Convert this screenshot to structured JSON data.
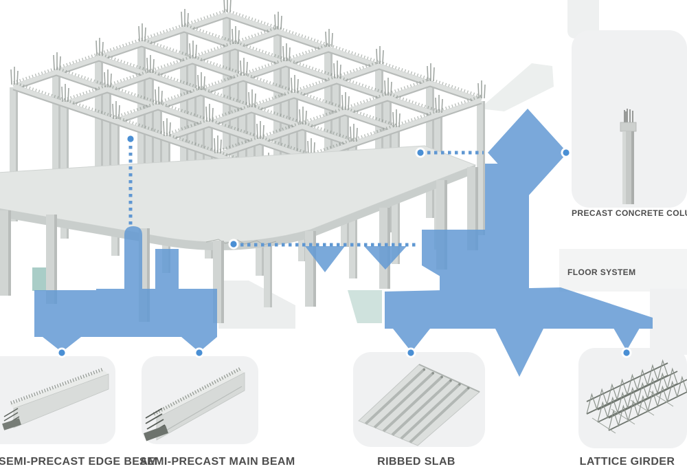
{
  "page": {
    "background": "#ffffff"
  },
  "colors": {
    "accent_blue": "#639ad4",
    "dot_blue": "#4a8fd4",
    "dash_blue": "#5f97d2",
    "concrete_light": "#e3e6e4",
    "concrete_mid": "#d5d9d7",
    "card_background": "#f0f1f2",
    "label_text": "#4d4d4d"
  },
  "annotations": {
    "column_label": "PRECAST CONCRETE COLUMN",
    "floor_label": "FLOOR SYSTEM"
  },
  "products": [
    {
      "id": "edge-beam",
      "label": "SEMI-PRECAST EDGE BEAM"
    },
    {
      "id": "main-beam",
      "label": "SEMI-PRECAST MAIN BEAM"
    },
    {
      "id": "ribbed-slab",
      "label": "RIBBED SLAB"
    },
    {
      "id": "lattice-girder",
      "label": "LATTICE GIRDER"
    }
  ]
}
